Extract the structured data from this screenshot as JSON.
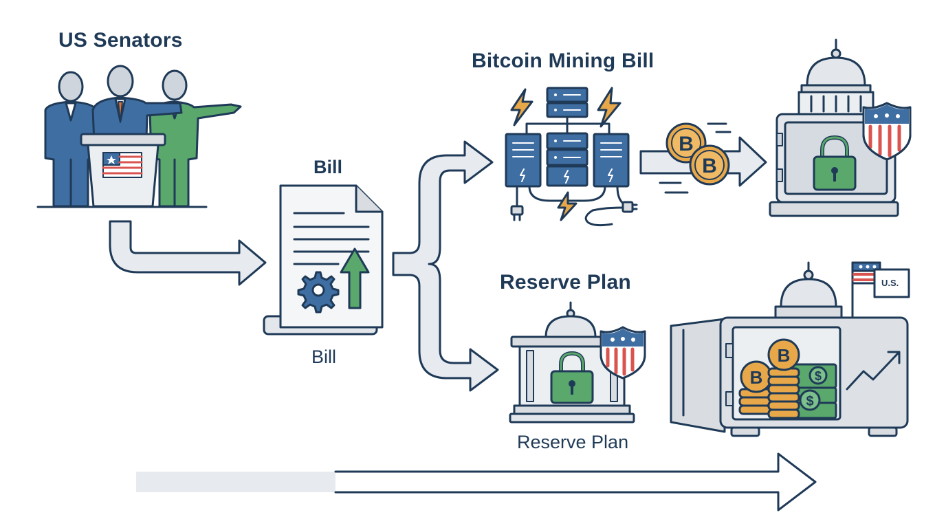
{
  "labels": {
    "us_senators": "US Senators",
    "bill_top": "Bill",
    "bill_bottom": "Bill",
    "bitcoin_mining_bill": "Bitcoin Mining Bill",
    "reserve_plan_top": "Reserve Plan",
    "reserve_plan_bottom": "Reserve Plan",
    "us_flag_sign": "U.S."
  },
  "colors": {
    "navy": "#1f3a57",
    "blue": "#3f6ea3",
    "green": "#5aa86c",
    "gold": "#e8a84a",
    "red": "#d9534f",
    "gray": "#d9dde2",
    "arrow_fill": "#e7ebf0"
  },
  "icons": [
    "senators-icon",
    "podium-flag-icon",
    "bill-document-icon",
    "gear-icon",
    "up-arrow-icon",
    "server-rack-icon",
    "lightning-icon",
    "plug-icon",
    "bitcoin-coin-icon",
    "capitol-dome-icon",
    "vault-icon",
    "padlock-icon",
    "shield-icon",
    "flag-icon",
    "cash-stack-icon",
    "trend-arrow-icon"
  ]
}
